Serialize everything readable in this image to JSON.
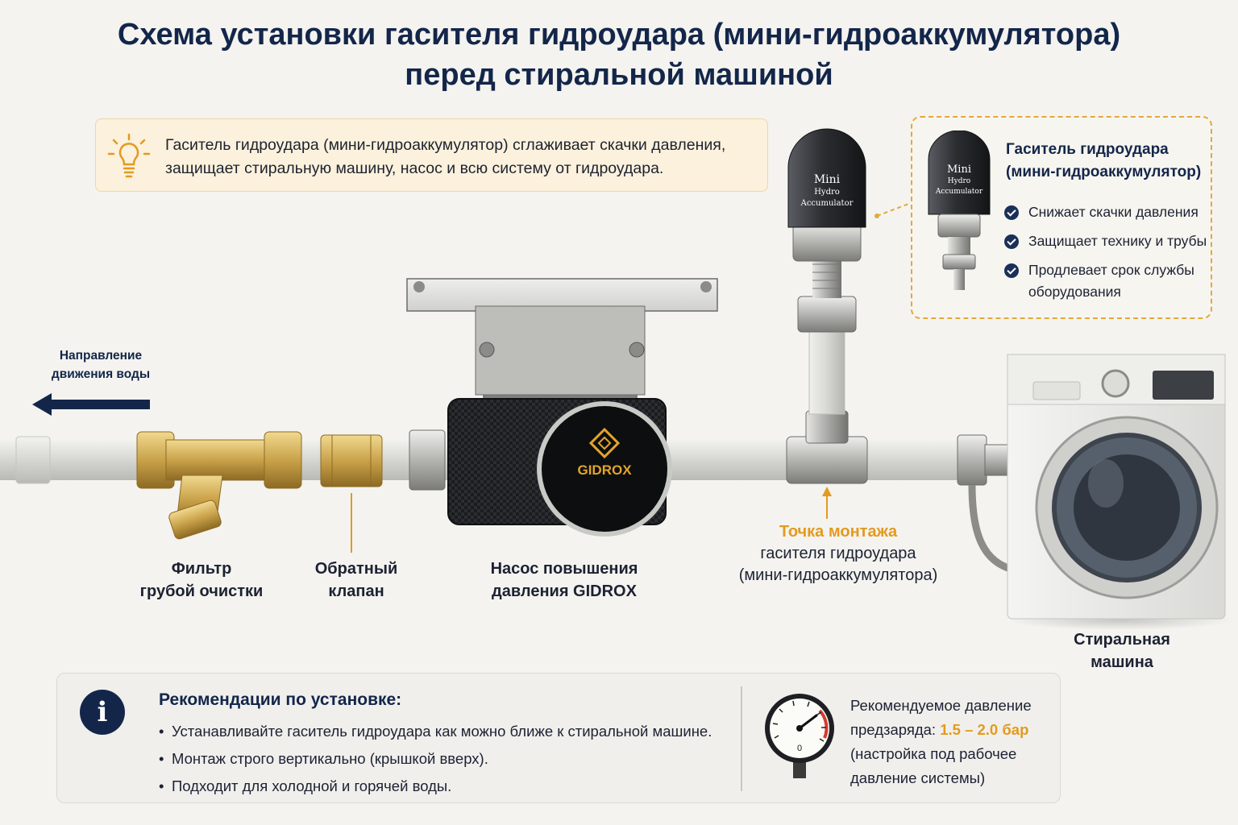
{
  "header": {
    "title_line1": "Схема установки гасителя гидроудара (мини-гидроаккумулятора)",
    "title_line2": "перед стиральной машиной"
  },
  "tip": {
    "icon": "lightbulb-icon",
    "line1": "Гаситель гидроудара (мини-гидроаккумулятор) сглаживает скачки давления,",
    "line2": "защищает стиральную машину, насос и всю систему от гидроудара."
  },
  "accumulator_card": {
    "title_line1": "Гаситель гидроудара",
    "title_line2": "(мини-гидроаккумулятор)",
    "cap_text": [
      "Mini",
      "Hydro",
      "Accumulator"
    ],
    "features": [
      "Снижает скачки давления",
      "Защищает технику и трубы",
      "Продлевает срок службы оборудования"
    ]
  },
  "accumulator_main": {
    "cap_text": [
      "Mini",
      "Hydro",
      "Accumulator"
    ]
  },
  "flow_direction": {
    "line1": "Направление",
    "line2": "движения воды"
  },
  "components": {
    "filter": {
      "line1": "Фильтр",
      "line2": "грубой очистки"
    },
    "check_valve": {
      "line1": "Обратный",
      "line2": "клапан"
    },
    "pump": {
      "line1": "Насос повышения",
      "line2": "давления GIDROX",
      "brand": "GIDROX"
    },
    "mount_point": {
      "line1": "Точка монтажа",
      "line2": "гасителя гидроудара",
      "line3": "(мини-гидроаккумулятора)"
    },
    "washer": {
      "line1": "Стиральная",
      "line2": "машина"
    }
  },
  "recommendations": {
    "title": "Рекомендации по установке:",
    "items": [
      "Устанавливайте гаситель гидроудара как можно ближе к стиральной машине.",
      "Монтаж строго вертикально (крышкой вверх).",
      "Подходит для холодной и горячей воды."
    ]
  },
  "pressure": {
    "line1": "Рекомендуемое давление",
    "line2_prefix": "предзаряда:",
    "value": "1.5 – 2.0 бар",
    "line3": "(настройка под рабочее",
    "line4": "давление системы)",
    "gauge_digit": "0"
  },
  "colors": {
    "navy": "#13264a",
    "accent": "#e39a1f",
    "brass": "#c9a24a",
    "pipe": "#dcdcd8"
  }
}
